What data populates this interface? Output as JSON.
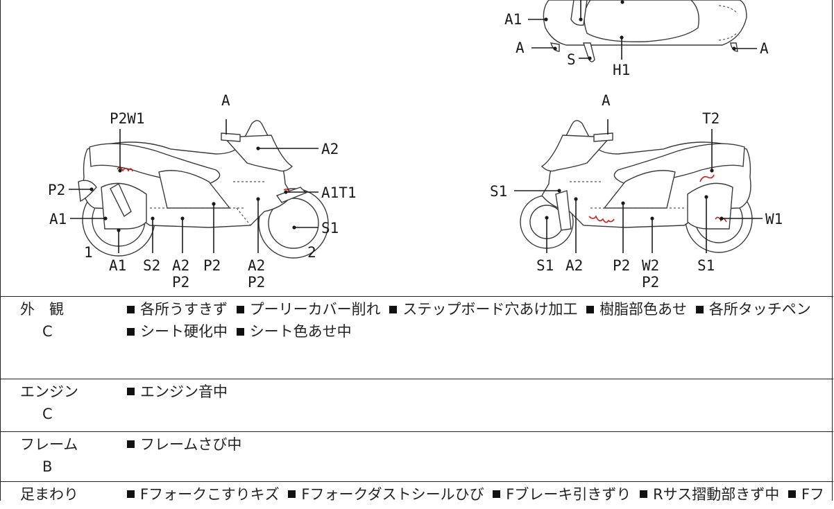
{
  "diagram": {
    "labels": {
      "top_a1": "A1",
      "top_a_left": "A",
      "top_s": "S",
      "top_h1": "H1",
      "top_a_right": "A",
      "left_a": "A",
      "left_p2w1": "P2W1",
      "left_a2": "A2",
      "left_p2": "P2",
      "left_a1t1": "A1T1",
      "left_a1_mid": "A1",
      "left_s1": "S1",
      "left_1": "1",
      "left_2": "2",
      "left_b_a1": "A1",
      "left_b_s2": "S2",
      "left_b_a2": "A2",
      "left_b_p2a": "P2",
      "left_b_p2": "P2",
      "left_b_a2b": "A2",
      "left_b_p2b": "P2",
      "right_a": "A",
      "right_t2": "T2",
      "right_s1": "S1",
      "right_w1": "W1",
      "right_b_s1": "S1",
      "right_b_a2": "A2",
      "right_b_p2": "P2",
      "right_b_w2": "W2",
      "right_b_p2b": "P2",
      "right_b_s1b": "S1"
    },
    "colors": {
      "line": "#1a1a1a",
      "damage": "#c81e1e"
    }
  },
  "conditions": [
    {
      "category": "外　観",
      "grade": "C",
      "items": [
        "各所うすきず",
        "プーリーカバー削れ",
        "ステップボード穴あけ加工",
        "樹脂部色あせ",
        "各所タッチペン",
        "シート硬化中",
        "シート色あせ中"
      ]
    },
    {
      "category": "エンジン",
      "grade": "C",
      "items": [
        "エンジン音中"
      ]
    },
    {
      "category": "フレーム",
      "grade": "B",
      "items": [
        "フレームさび中"
      ]
    },
    {
      "category": "足まわり",
      "grade": "",
      "items": [
        "Fフォークこすりキズ",
        "Fフォークダストシールひび",
        "Fブレーキ引きずり",
        "Rサス摺動部きず中",
        "Fフ"
      ]
    }
  ]
}
